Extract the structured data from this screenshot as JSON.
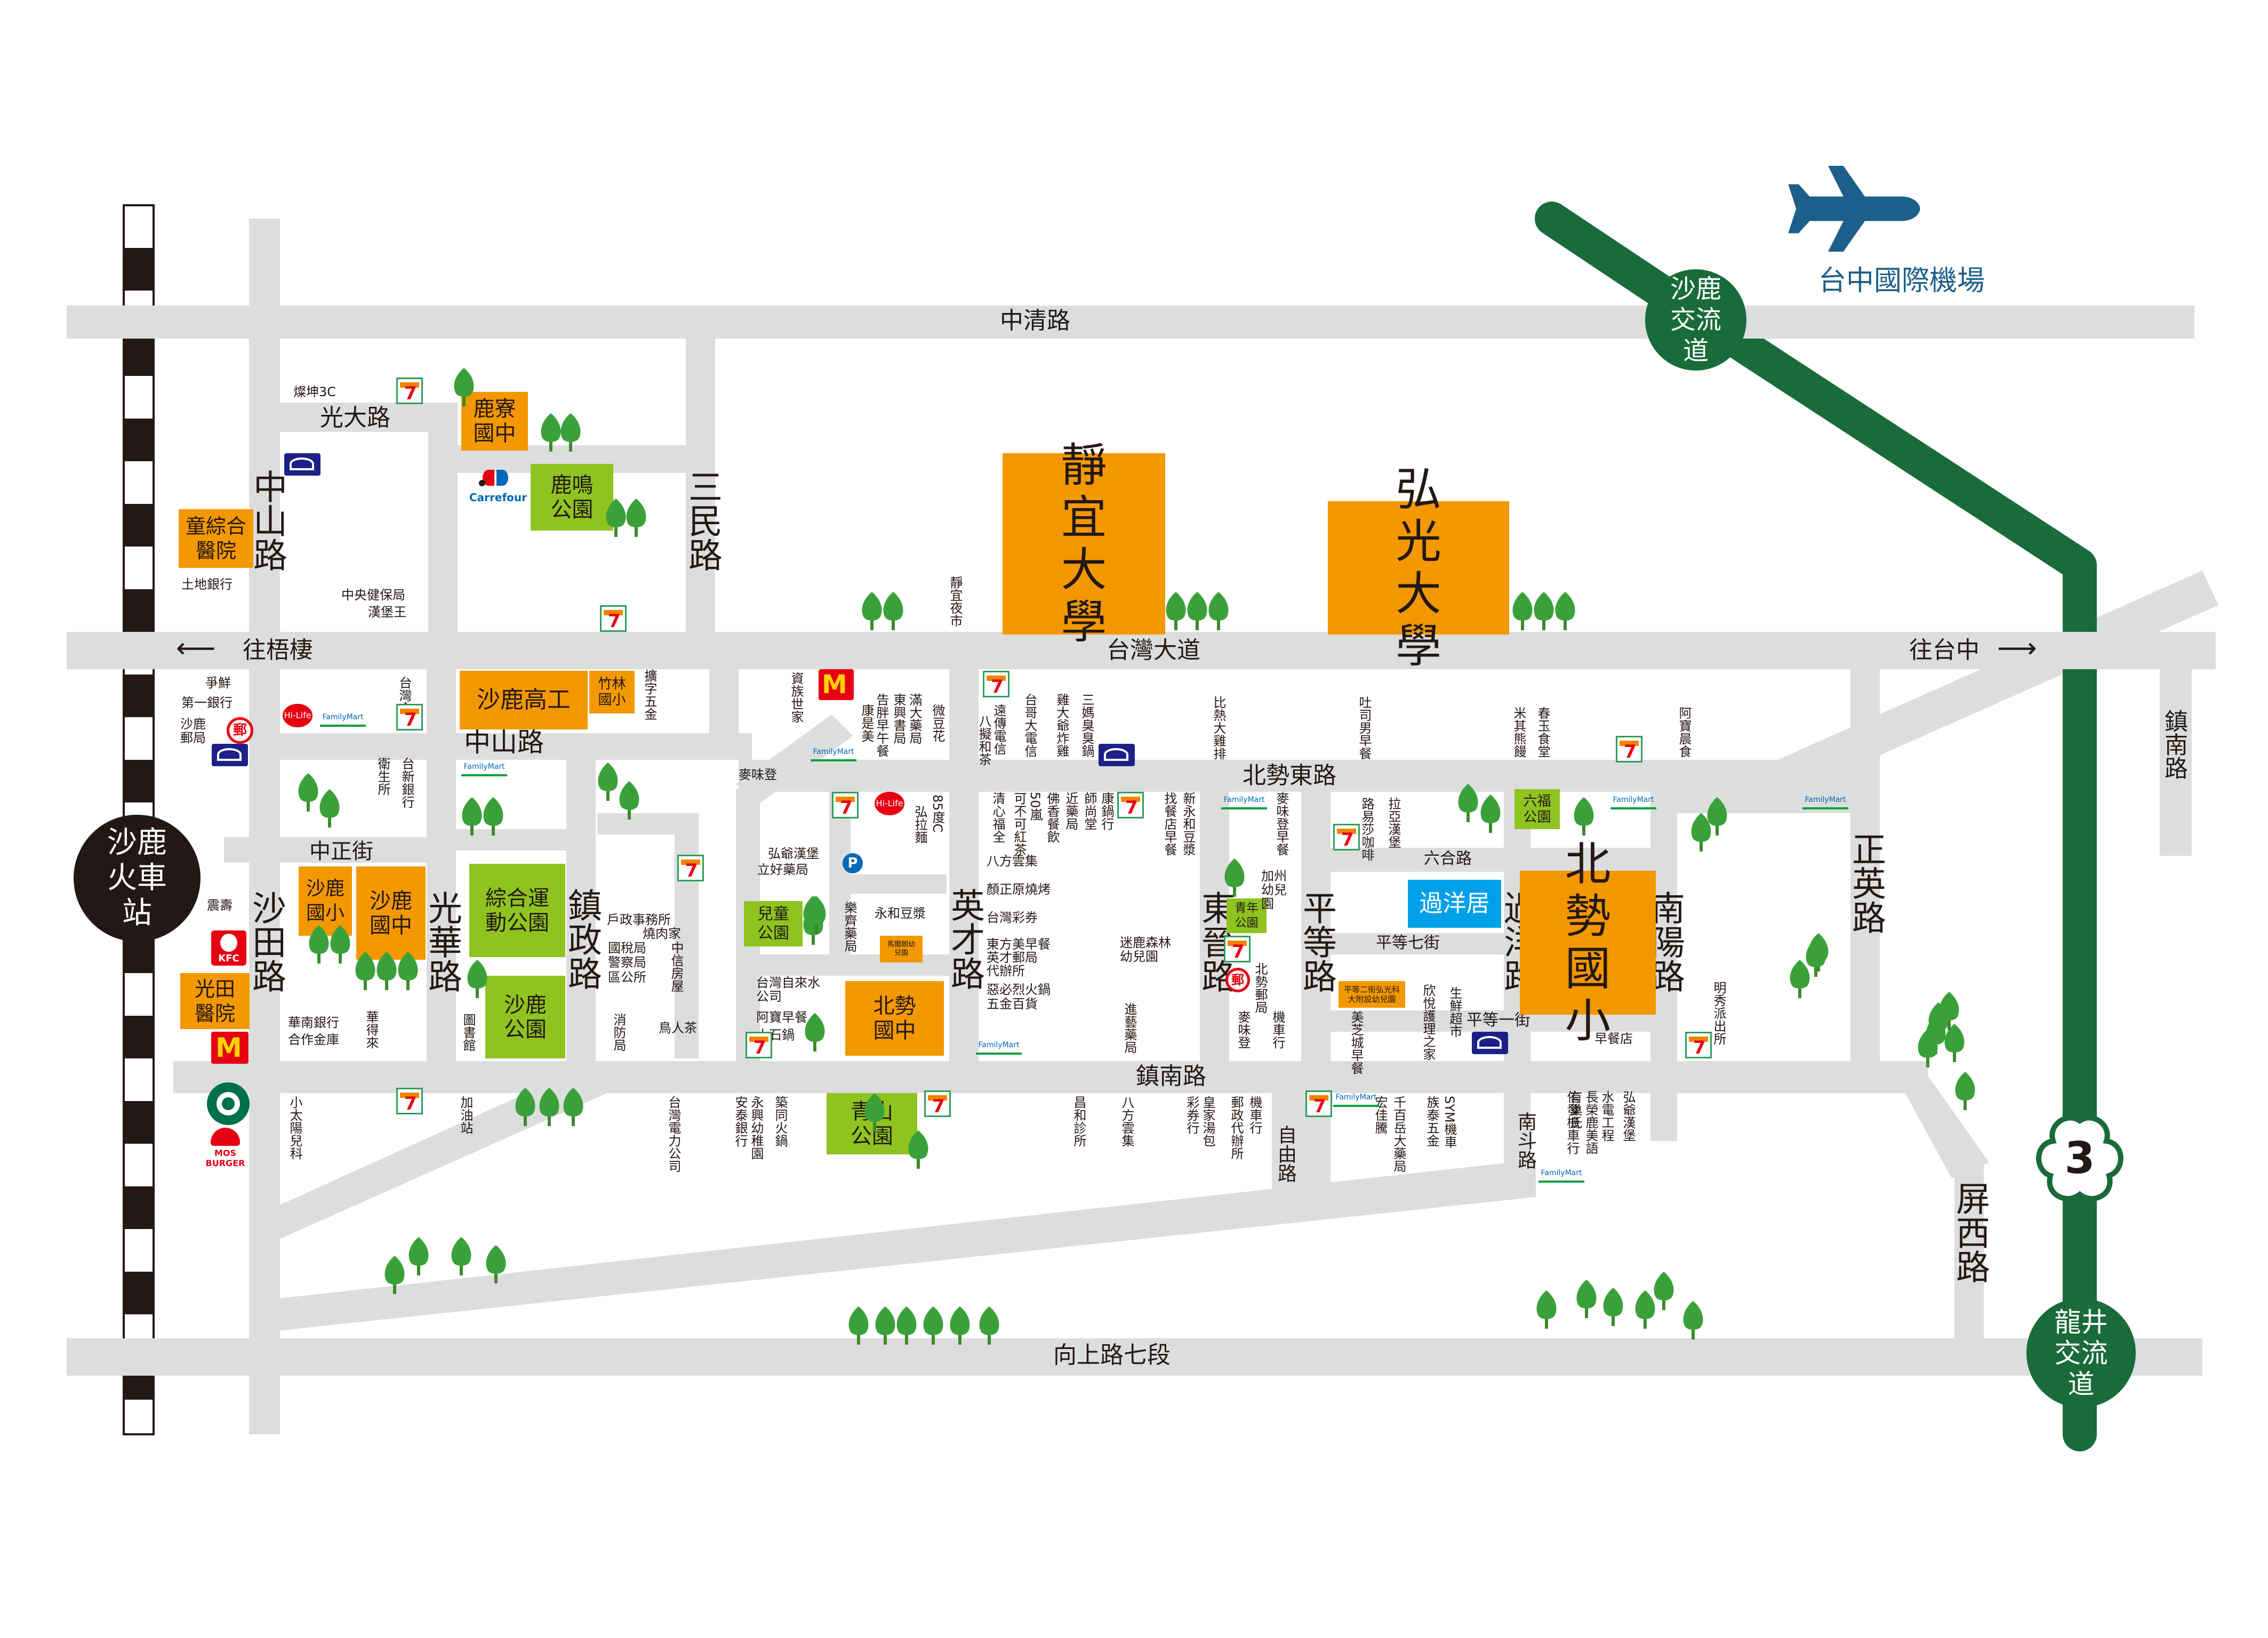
{
  "roads": {
    "zhongqing": "中清路",
    "guangda": "光大路",
    "zhongshan_v": "中山路",
    "sanmin": "三民路",
    "taiwan_blvd": "台灣大道",
    "to_wuqi": "往梧棲",
    "to_taichung": "往台中",
    "zhongshan_h": "中山路",
    "beishi_east": "北勢東路",
    "zhongzheng": "中正街",
    "shatian": "沙田路",
    "guanghua": "光華路",
    "zhenzheng": "鎮政路",
    "yingcai": "英才路",
    "dongjin": "東晉路",
    "pingdeng": "平等路",
    "guoyang": "過洋路",
    "nanyang": "南陽路",
    "zhengying": "正英路",
    "zhennan_right": "鎮南路",
    "zhennan": "鎮南路",
    "liuhe": "六合路",
    "pingdeng7": "平等七街",
    "pingdeng1": "平等一街",
    "ziyou": "自由路",
    "nandou": "南斗路",
    "pingxi": "屏西路",
    "xiangshang7": "向上路七段"
  },
  "highway": {
    "shalu_ic": "沙鹿交流道",
    "longjing_ic": "龍井交流道",
    "route_number": "3",
    "color": "#1a6b3a"
  },
  "airport": "台中國際機場",
  "station": "沙鹿火車站",
  "landmarks": {
    "jingyi": "靜宜大學",
    "hongguang": "弘光大學",
    "beishi_elem": "北勢國小",
    "guoyangju": "過洋居",
    "luliao_jh": "鹿寮國中",
    "luming_park": "鹿鳴公園",
    "tong_hospital": "童綜合醫院",
    "shalu_hs": "沙鹿高工",
    "zhulin_elem": "竹林國小",
    "shalu_elem": "沙鹿國小",
    "shalu_jh": "沙鹿國中",
    "sports_park": "綜合運動公園",
    "shalu_park": "沙鹿公園",
    "guangtian": "光田醫院",
    "children_park": "兒童公園",
    "beishi_jh": "北勢國中",
    "qingshan_park": "青山公園",
    "youth_park": "青年公園",
    "liufu_park": "六福公園",
    "kindergarten1": "馬爾朗幼兒園",
    "kindergarten2": "平等二街弘光科大附設幼兒園"
  },
  "pois": {
    "p1": "燦坤3C",
    "p2": "土地銀行",
    "p3": "中央健保局",
    "p4": "漢堡王",
    "p5": "爭鮮",
    "p6": "第一銀行",
    "p7": "沙鹿郵局",
    "p8": "台灣企銀",
    "p9": "擴字五金",
    "p10": "衛生所",
    "p11": "台新銀行",
    "p12": "資族世家",
    "p13": "麥味登",
    "p14": "告胖早午餐",
    "p15": "康是美",
    "p16": "東興書局",
    "p17": "滿大藥局",
    "p18": "微豆花",
    "p19": "遠傳電信",
    "p20": "八擬和茶",
    "p21": "台哥大電信",
    "p22": "雞大爺炸雞",
    "p23": "三媽臭臭鍋",
    "p24": "靜宜夜市",
    "p25": "比熱大雞排",
    "p26": "吐司男早餐",
    "p27": "米其熊饅",
    "p28": "春玉食堂",
    "p29": "阿寶晨食",
    "p30": "弘爺漢堡",
    "p31": "立好藥局",
    "p32": "85度C",
    "p33": "弘拉麵",
    "p34": "八方雲集",
    "p35": "永和豆漿",
    "p36": "顏正原燒烤",
    "p37": "台灣彩券",
    "p38": "東方美早餐",
    "p39": "英才郵局",
    "p40": "代辦所",
    "p41": "惡必烈火鍋",
    "p42": "五金百貨",
    "p43": "清心福全",
    "p44": "可不可紅茶",
    "p45": "50嵐",
    "p46": "佛香餐飲",
    "p47": "近藥局",
    "p48": "師尚堂",
    "p49": "康鍋行",
    "p50": "找餐店早餐",
    "p51": "新永和豆漿",
    "p52": "麥味登早餐",
    "p53": "加州幼兒園",
    "p54": "路易莎咖啡",
    "p55": "拉亞漢堡",
    "p56": "迷鹿森林幼兒園",
    "p57": "北勢郵局",
    "p58": "進藝藥局",
    "p59": "樂齊藥局",
    "p60": "戶政事務所",
    "p61": "燒肉家",
    "p62": "中信房屋",
    "p63": "國稅局",
    "p64": "警察局",
    "p65": "區公所",
    "p66": "圖書館",
    "p67": "消防局",
    "p68": "鳥人茶",
    "p69": "華南銀行",
    "p70": "華得來",
    "p71": "合作金庫",
    "p72": "震壽",
    "p73": "台灣自來水公司",
    "p74": "阿寶早餐",
    "p75": "小石鍋",
    "p76": "小太陽兒科",
    "p77": "加油站",
    "p78": "台灣電力公司",
    "p79": "安泰銀行",
    "p80": "永興幼稚園",
    "p81": "築同火鍋",
    "p82": "昌和診所",
    "p83": "八方雲集",
    "p84": "彩券行",
    "p85": "皇家湯包",
    "p86": "郵政代辦所",
    "p87": "機車行",
    "p88": "麥味登",
    "p89": "機車行",
    "p90": "千百岳大藥局",
    "p91": "宏佳騰",
    "p92": "欣悅護理之家",
    "p93": "美芝城早餐",
    "p94": "生鮮超市",
    "p95": "SYM機車",
    "p96": "族泰五金",
    "p97": "信發機車行",
    "p98": "有巢氏",
    "p99": "長榮鹿美語",
    "p100": "水電工程",
    "p101": "弘爺漢堡",
    "p102": "早餐店",
    "p103": "明秀派出所"
  }
}
